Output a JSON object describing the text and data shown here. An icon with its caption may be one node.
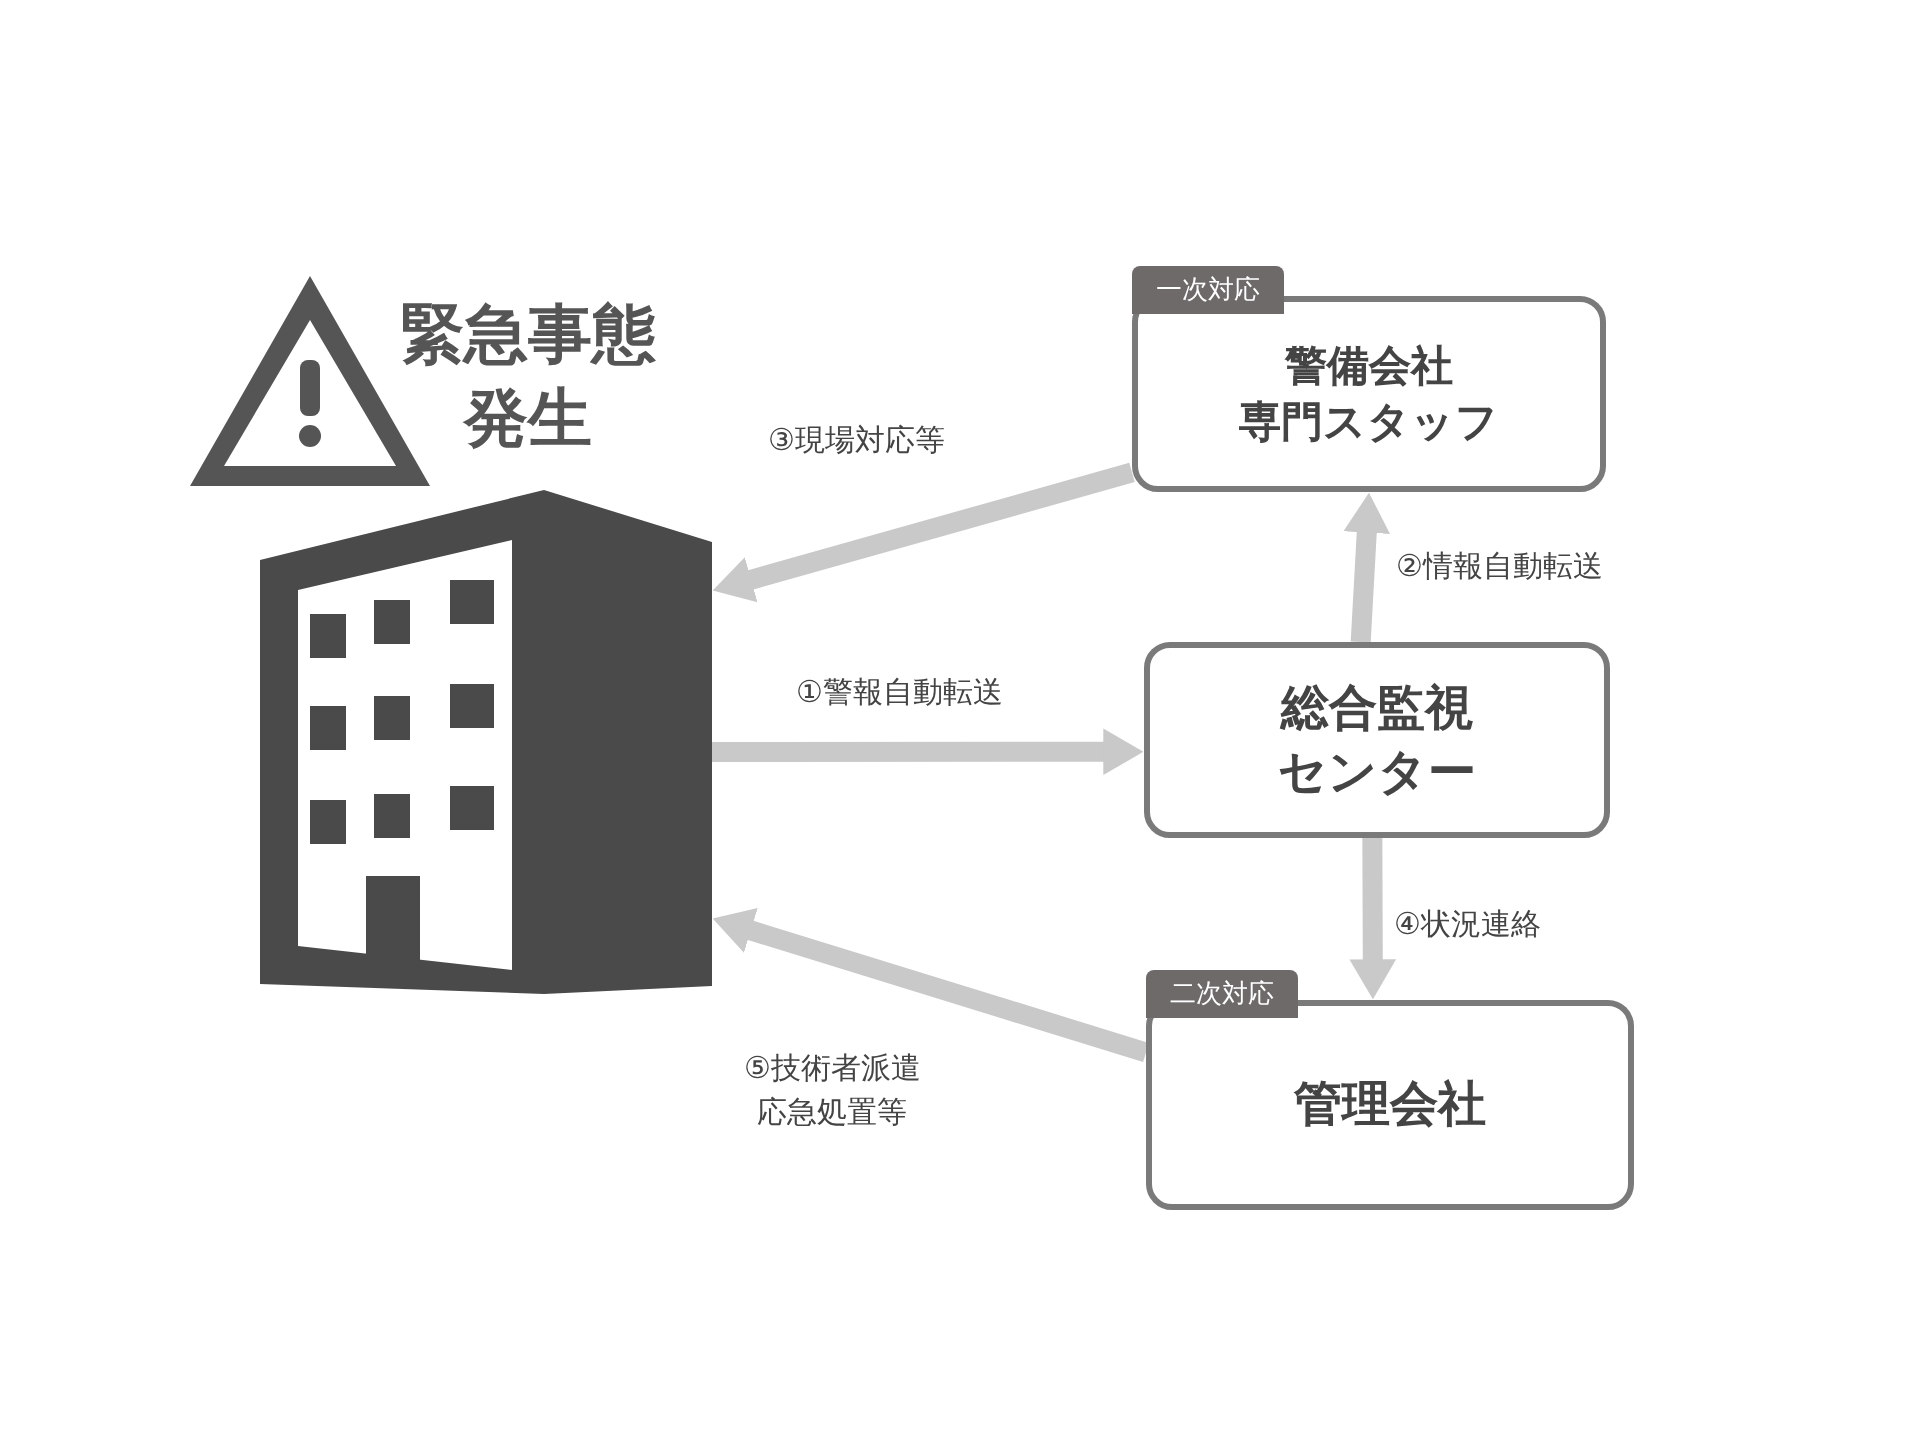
{
  "diagram": {
    "title": "緊急事態発生",
    "nodes": [
      {
        "text": [],
        "shape": "building"
      },
      {
        "text": [
          "一次対応",
          "警備会社専門スタッフ"
        ]
      },
      {
        "text": [
          "総合監視センター"
        ]
      },
      {
        "text": [
          "二次対応",
          "管理会社"
        ]
      }
    ],
    "edges": [
      {
        "from": 0,
        "to": 2,
        "arrow": "to",
        "label": "①警報自動転送"
      },
      {
        "from": 2,
        "to": 1,
        "arrow": "to",
        "label": "②情報自動転送"
      },
      {
        "from": 1,
        "to": 0,
        "arrow": "to",
        "label": "③現場対応等"
      },
      {
        "from": 2,
        "to": 3,
        "arrow": "to",
        "label": "④状況連絡"
      },
      {
        "from": 3,
        "to": 0,
        "arrow": "to",
        "label": "⑤技術者派遣応急処置等"
      }
    ]
  }
}
